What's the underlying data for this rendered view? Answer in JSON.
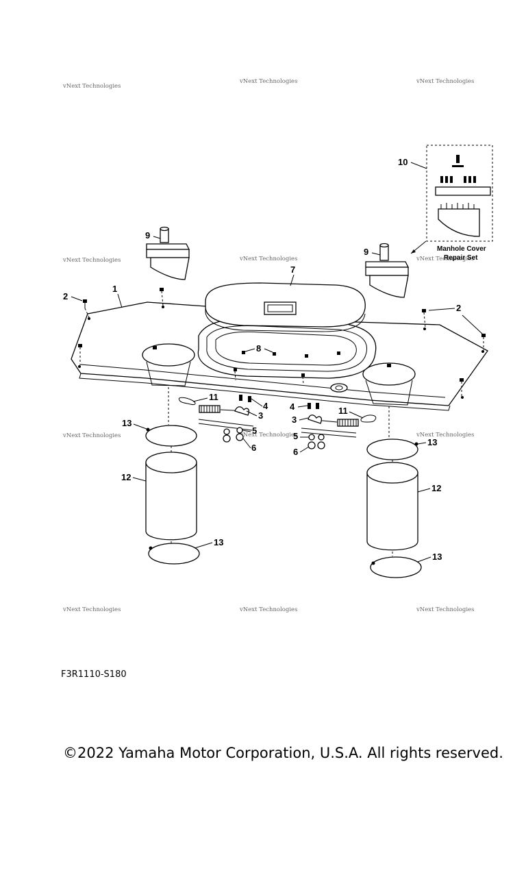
{
  "watermarks": [
    {
      "text": "vNext Technologies"
    },
    {
      "text": "vNext Technologies"
    },
    {
      "text": "vNext Technologies"
    },
    {
      "text": "vNext Technologies"
    },
    {
      "text": "vNext Technologies"
    },
    {
      "text": "vNext Technologies"
    },
    {
      "text": "vNext Technologies"
    },
    {
      "text": "vNext Technologies"
    },
    {
      "text": "vNext Technologies"
    },
    {
      "text": "vNext Technologies"
    },
    {
      "text": "vNext Technologies"
    },
    {
      "text": "vNext Technologies"
    }
  ],
  "callouts": {
    "c1": "1",
    "c2a": "2",
    "c2b": "2",
    "c3a": "3",
    "c3b": "3",
    "c4a": "4",
    "c4b": "4",
    "c5a": "5",
    "c5b": "5",
    "c6a": "6",
    "c6b": "6",
    "c7": "7",
    "c8": "8",
    "c9a": "9",
    "c9b": "9",
    "c10": "10",
    "c11a": "11",
    "c11b": "11",
    "c12a": "12",
    "c12b": "12",
    "c13a": "13",
    "c13b": "13",
    "c13c": "13",
    "c13d": "13"
  },
  "kit": {
    "label_line1": "Manhole Cover",
    "label_line2": "Repair Set"
  },
  "diagram_code": "F3R1110-S180",
  "copyright": "©2022 Yamaha Motor Corporation, U.S.A. All rights reserved."
}
